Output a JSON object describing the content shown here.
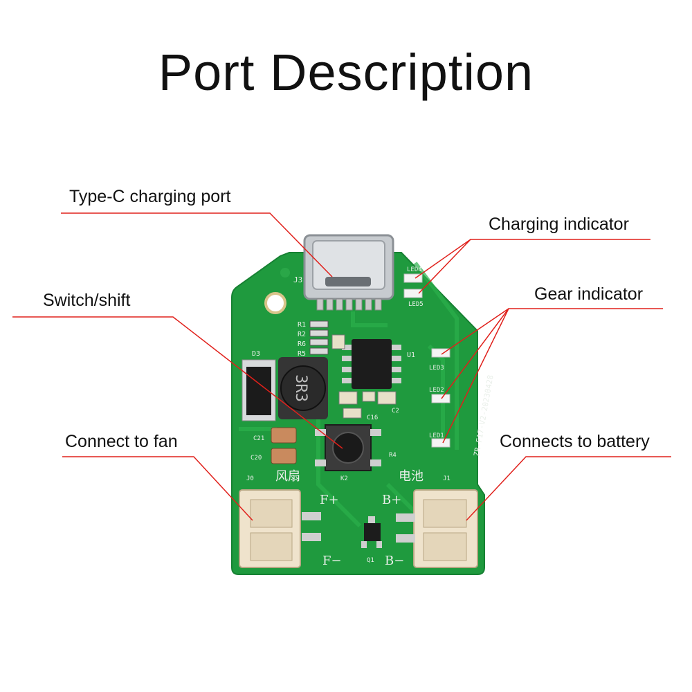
{
  "title": "Port Description",
  "callouts": {
    "type_c": "Type-C charging port",
    "charging_indicator": "Charging indicator",
    "switch": "Switch/shift",
    "gear_indicator": "Gear indicator",
    "fan": "Connect to fan",
    "battery": "Connects to battery"
  },
  "colors": {
    "pcb": "#1f9a3e",
    "pcb_dark": "#157a2f",
    "leader_line": "#e0201b",
    "connector": "#efe3cc"
  }
}
